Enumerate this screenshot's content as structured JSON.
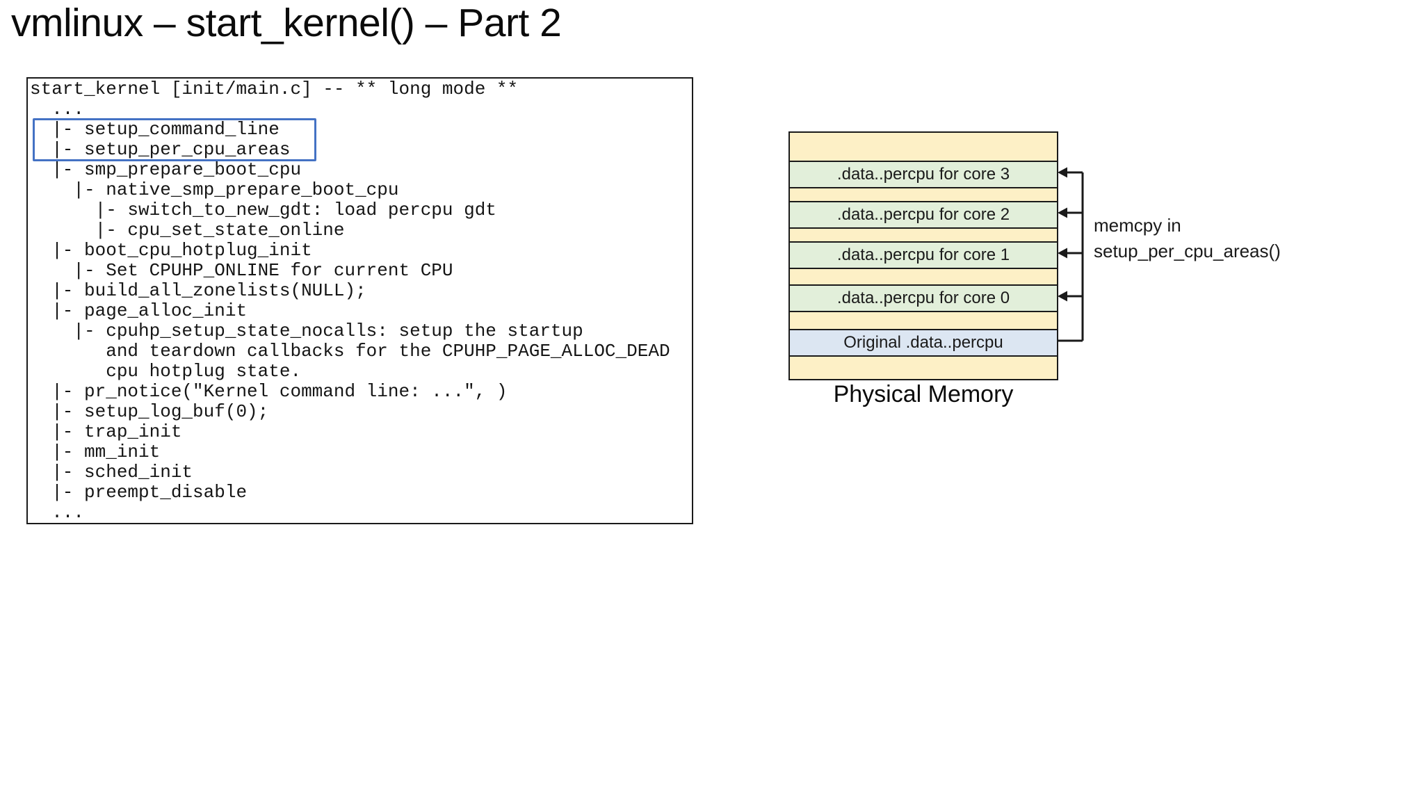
{
  "title": "vmlinux – start_kernel() – Part 2",
  "code_panel": {
    "lines": [
      "start_kernel [init/main.c] -- ** long mode **",
      "  ...",
      "  |- setup_command_line",
      "  |- setup_per_cpu_areas",
      "  |- smp_prepare_boot_cpu",
      "    |- native_smp_prepare_boot_cpu",
      "      |- switch_to_new_gdt: load percpu gdt",
      "      |- cpu_set_state_online",
      "  |- boot_cpu_hotplug_init",
      "    |- Set CPUHP_ONLINE for current CPU",
      "  |- build_all_zonelists(NULL);",
      "  |- page_alloc_init",
      "    |- cpuhp_setup_state_nocalls: setup the startup",
      "       and teardown callbacks for the CPUHP_PAGE_ALLOC_DEAD",
      "       cpu hotplug state.",
      "  |- pr_notice(\"Kernel command line: ...\", )",
      "  |- setup_log_buf(0);",
      "  |- trap_init",
      "  |- mm_init",
      "  |- sched_init",
      "  |- preempt_disable",
      "  ..."
    ],
    "highlighted_calls": [
      "setup_command_line",
      "setup_per_cpu_areas"
    ],
    "highlight_color": "#4472c4"
  },
  "memory_diagram": {
    "rows": [
      {
        "type": "spacer",
        "label": ""
      },
      {
        "type": "percpu",
        "label": ".data..percpu for core 3"
      },
      {
        "type": "spacer",
        "label": ""
      },
      {
        "type": "percpu",
        "label": ".data..percpu for core 2"
      },
      {
        "type": "spacer",
        "label": ""
      },
      {
        "type": "percpu",
        "label": ".data..percpu for core 1"
      },
      {
        "type": "spacer",
        "label": ""
      },
      {
        "type": "percpu",
        "label": ".data..percpu for core 0"
      },
      {
        "type": "spacer",
        "label": ""
      },
      {
        "type": "original",
        "label": "Original .data..percpu"
      },
      {
        "type": "spacer",
        "label": ""
      }
    ],
    "annotation": "memcpy in\nsetup_per_cpu_areas()",
    "caption": "Physical Memory",
    "colors": {
      "spacer": "#fdf0c6",
      "percpu": "#e2efda",
      "original": "#dce6f2",
      "border": "#1a1a1a"
    }
  }
}
